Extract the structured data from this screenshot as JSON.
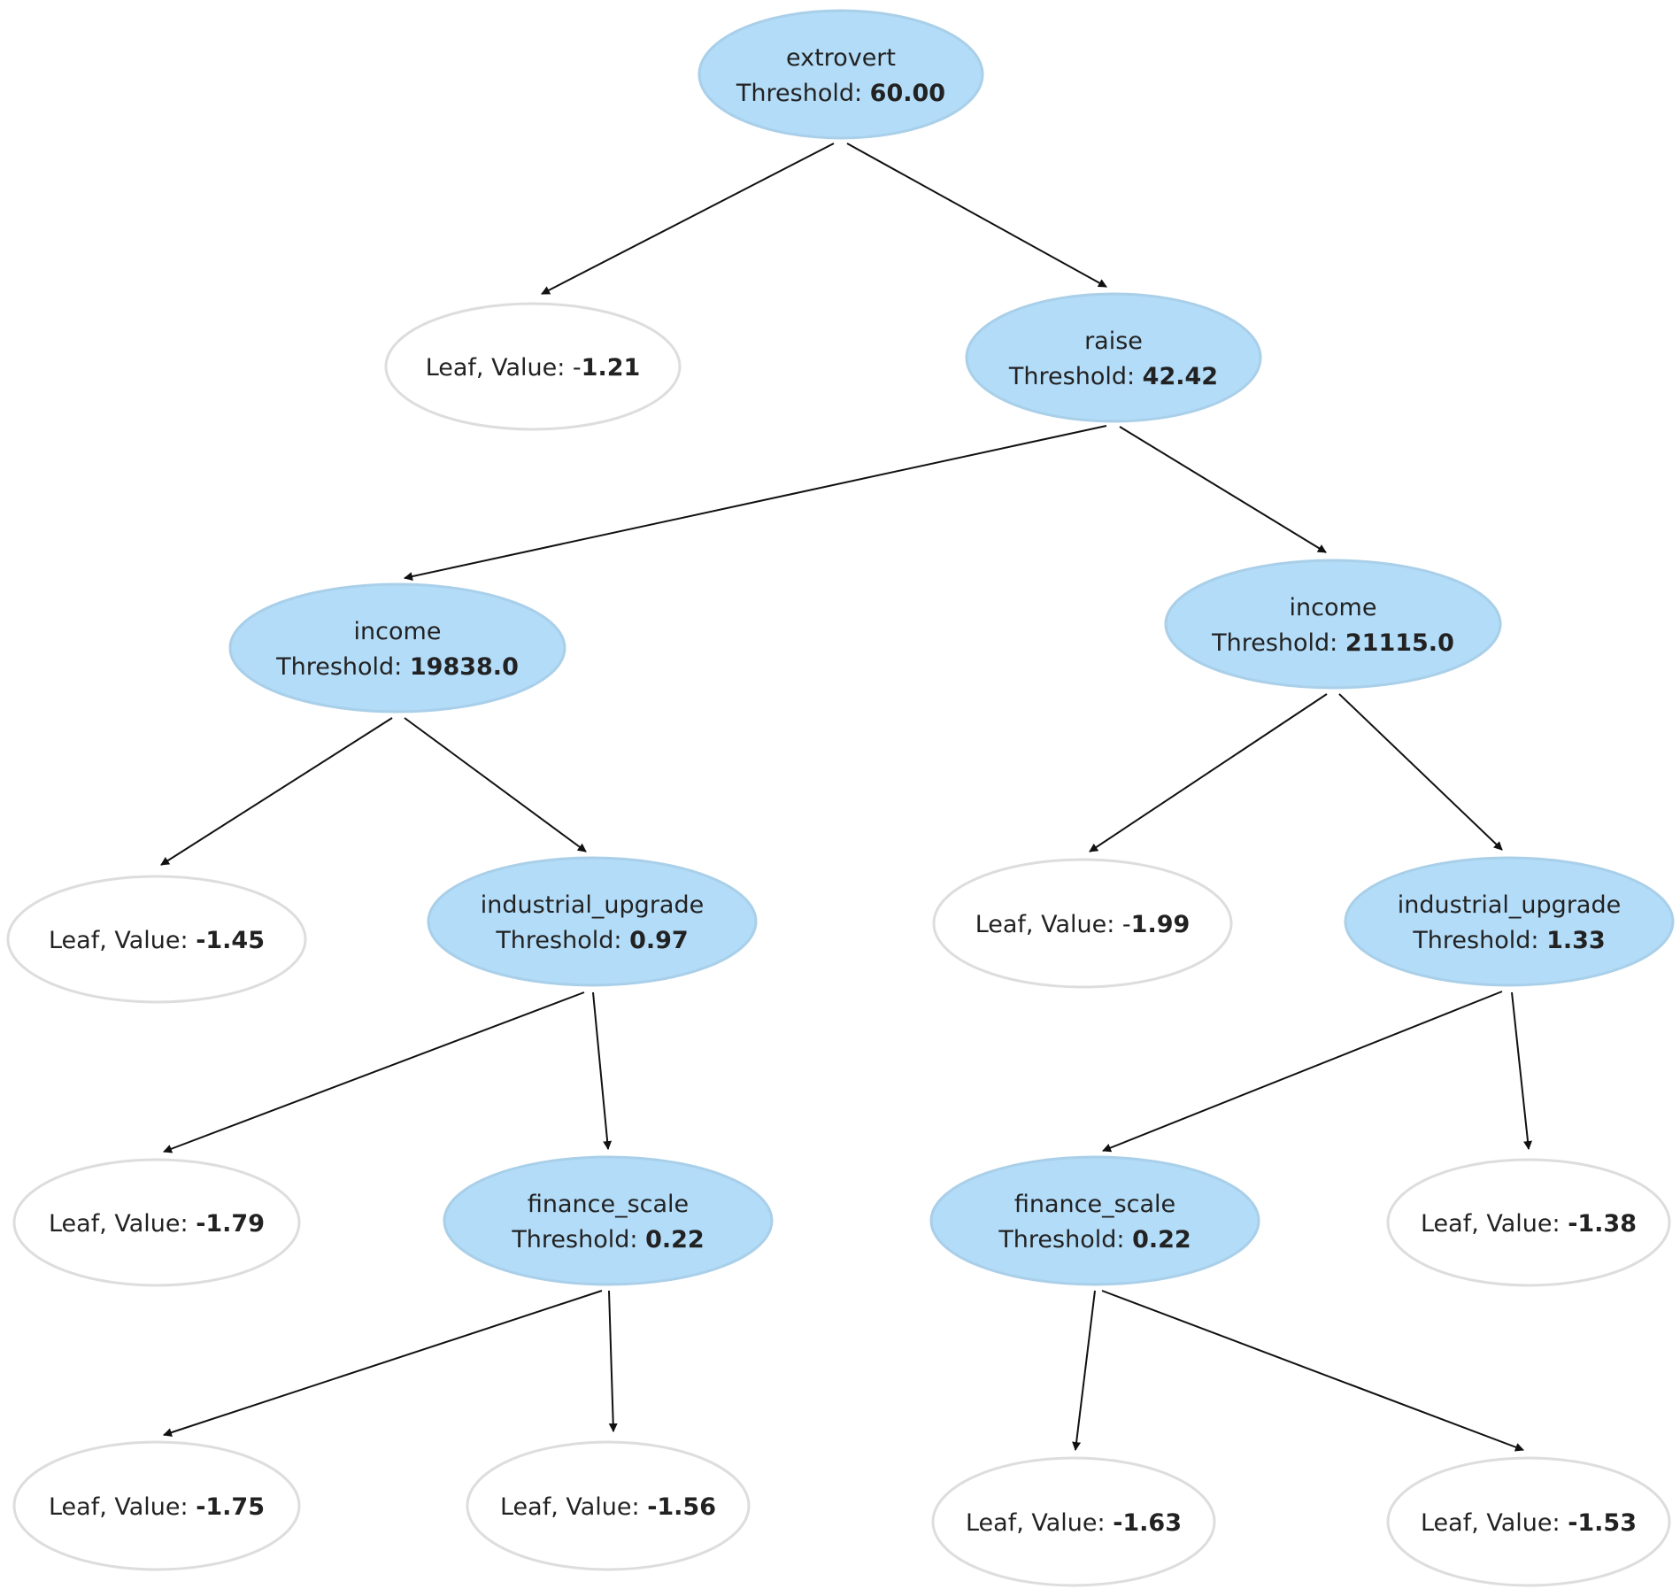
{
  "colors": {
    "split_fill": "#b3dcf8",
    "split_stroke": "#a9cfe9",
    "leaf_fill": "#ffffff",
    "leaf_stroke": "#dddddd",
    "edge": "#111111",
    "text": "#222222"
  },
  "tree": {
    "nodes": [
      {
        "id": "n0",
        "type": "split",
        "feature": "extrovert",
        "threshold_label": "Threshold: ",
        "threshold": "60.00"
      },
      {
        "id": "n1",
        "type": "leaf",
        "leaf_label": "Leaf, Value: -",
        "value": "1.21"
      },
      {
        "id": "n2",
        "type": "split",
        "feature": "raise",
        "threshold_label": "Threshold: ",
        "threshold": "42.42"
      },
      {
        "id": "n3",
        "type": "split",
        "feature": "income",
        "threshold_label": "Threshold: ",
        "threshold": "19838.0"
      },
      {
        "id": "n4",
        "type": "split",
        "feature": "income",
        "threshold_label": "Threshold: ",
        "threshold": "21115.0"
      },
      {
        "id": "n5",
        "type": "leaf",
        "leaf_label": "Leaf, Value: ",
        "value": "-1.45"
      },
      {
        "id": "n6",
        "type": "split",
        "feature": "industrial_upgrade",
        "threshold_label": "Threshold: ",
        "threshold": "0.97"
      },
      {
        "id": "n7",
        "type": "leaf",
        "leaf_label": "Leaf, Value: -",
        "value": "1.99"
      },
      {
        "id": "n8",
        "type": "split",
        "feature": "industrial_upgrade",
        "threshold_label": "Threshold: ",
        "threshold": "1.33"
      },
      {
        "id": "n9",
        "type": "leaf",
        "leaf_label": "Leaf, Value: ",
        "value": "-1.79"
      },
      {
        "id": "n10",
        "type": "split",
        "feature": "finance_scale",
        "threshold_label": "Threshold: ",
        "threshold": "0.22"
      },
      {
        "id": "n11",
        "type": "split",
        "feature": "finance_scale",
        "threshold_label": "Threshold: ",
        "threshold": "0.22"
      },
      {
        "id": "n12",
        "type": "leaf",
        "leaf_label": "Leaf, Value: ",
        "value": "-1.38"
      },
      {
        "id": "n13",
        "type": "leaf",
        "leaf_label": "Leaf, Value: ",
        "value": "-1.75"
      },
      {
        "id": "n14",
        "type": "leaf",
        "leaf_label": "Leaf, Value: ",
        "value": "-1.56"
      },
      {
        "id": "n15",
        "type": "leaf",
        "leaf_label": "Leaf, Value: ",
        "value": "-1.63"
      },
      {
        "id": "n16",
        "type": "leaf",
        "leaf_label": "Leaf, Value: ",
        "value": "-1.53"
      }
    ],
    "edges": [
      {
        "from": "n0",
        "to": "n1"
      },
      {
        "from": "n0",
        "to": "n2"
      },
      {
        "from": "n2",
        "to": "n3"
      },
      {
        "from": "n2",
        "to": "n4"
      },
      {
        "from": "n3",
        "to": "n5"
      },
      {
        "from": "n3",
        "to": "n6"
      },
      {
        "from": "n4",
        "to": "n7"
      },
      {
        "from": "n4",
        "to": "n8"
      },
      {
        "from": "n6",
        "to": "n9"
      },
      {
        "from": "n6",
        "to": "n10"
      },
      {
        "from": "n8",
        "to": "n11"
      },
      {
        "from": "n8",
        "to": "n12"
      },
      {
        "from": "n10",
        "to": "n13"
      },
      {
        "from": "n10",
        "to": "n14"
      },
      {
        "from": "n11",
        "to": "n15"
      },
      {
        "from": "n11",
        "to": "n16"
      }
    ]
  }
}
